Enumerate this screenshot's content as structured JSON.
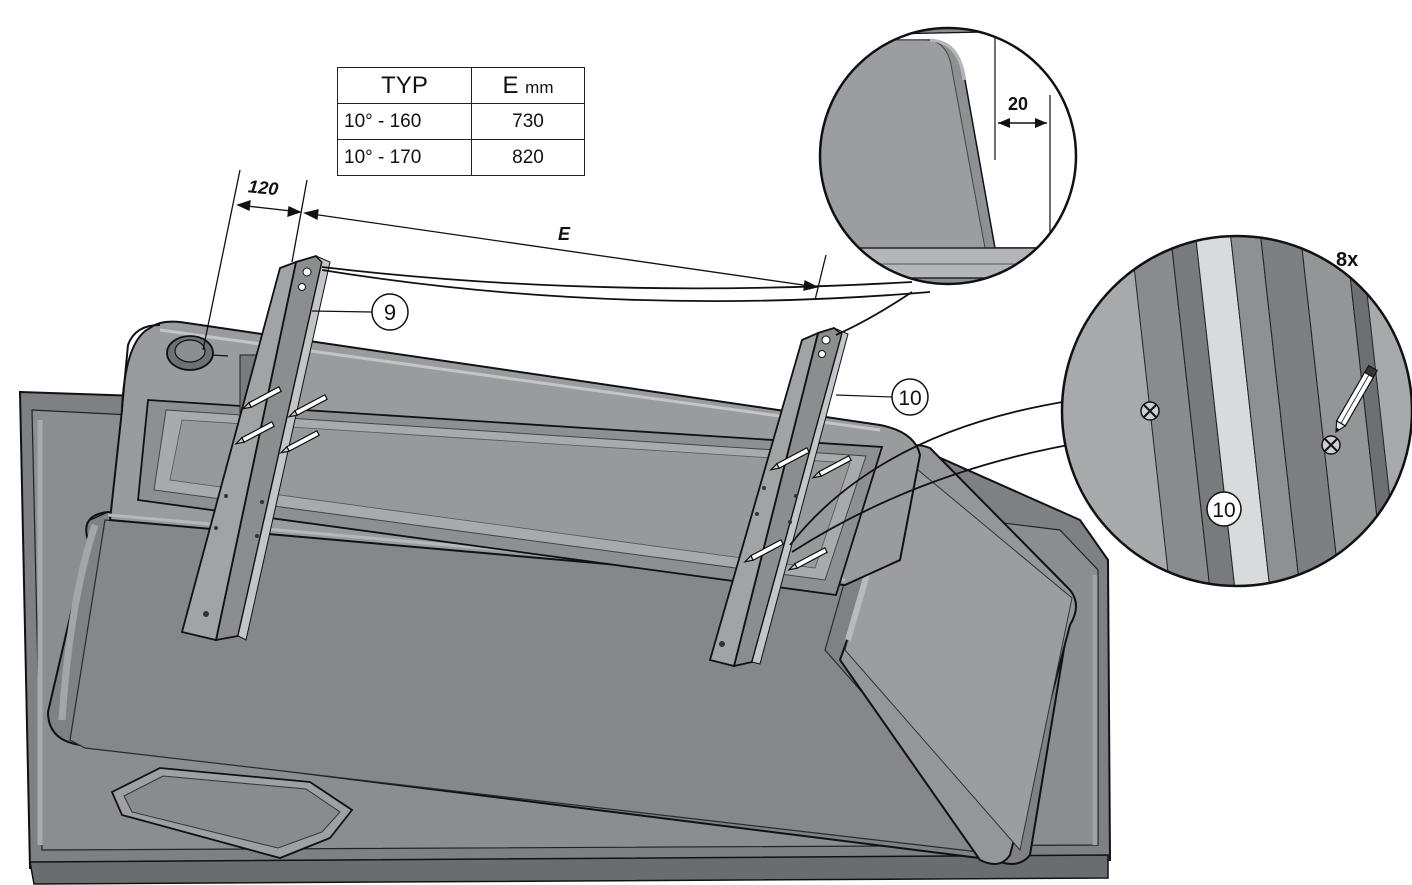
{
  "table": {
    "header_typ": "TYP",
    "header_e": "E",
    "header_unit": "mm",
    "rows": [
      {
        "typ": "10° - 160",
        "e": "730"
      },
      {
        "typ": "10° - 170",
        "e": "820"
      }
    ]
  },
  "dimensions": {
    "offset_label": "120",
    "spacing_label": "E",
    "gap_label": "20"
  },
  "callouts": {
    "rail_left": "9",
    "rail_right": "10",
    "detail_rail": "10"
  },
  "quantity_label": "8x",
  "icons": [
    "pencil-icon",
    "screw-hole-icon",
    "drain-outlet-icon"
  ],
  "colors": {
    "body": "#8a8b8e",
    "body_light": "#b5b6b9",
    "body_dark": "#5f6063",
    "rail": "#9a9b9e",
    "line": "#111111"
  }
}
